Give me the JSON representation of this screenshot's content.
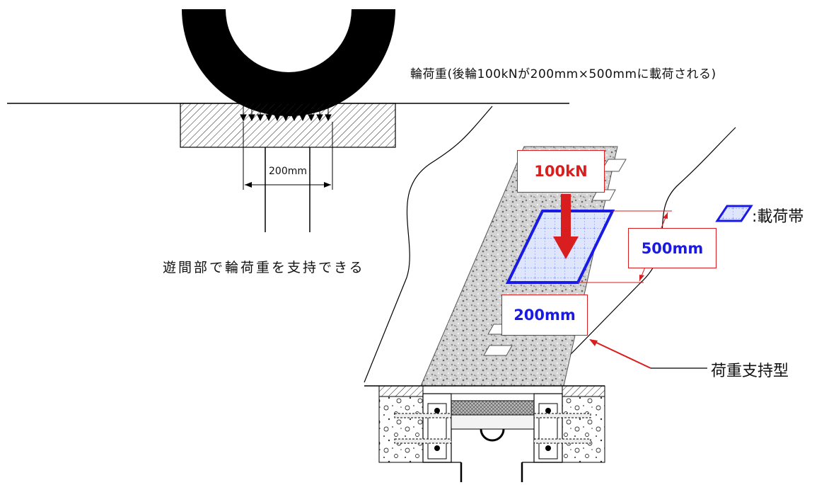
{
  "labels": {
    "load_title": "輪荷重(後輪100kNが200mm×500mmに載荷される)",
    "support_note": "遊間部で輪荷重を支持できる",
    "dim_200_left": "200mm",
    "force_box": "100kN",
    "length_500": "500mm",
    "width_200": "200mm",
    "legend_load_band": ":載荷帯",
    "type_label": "荷重支持型"
  },
  "colors": {
    "red": "#d81e1e",
    "blue": "#1a1ae6",
    "black": "#000000"
  }
}
